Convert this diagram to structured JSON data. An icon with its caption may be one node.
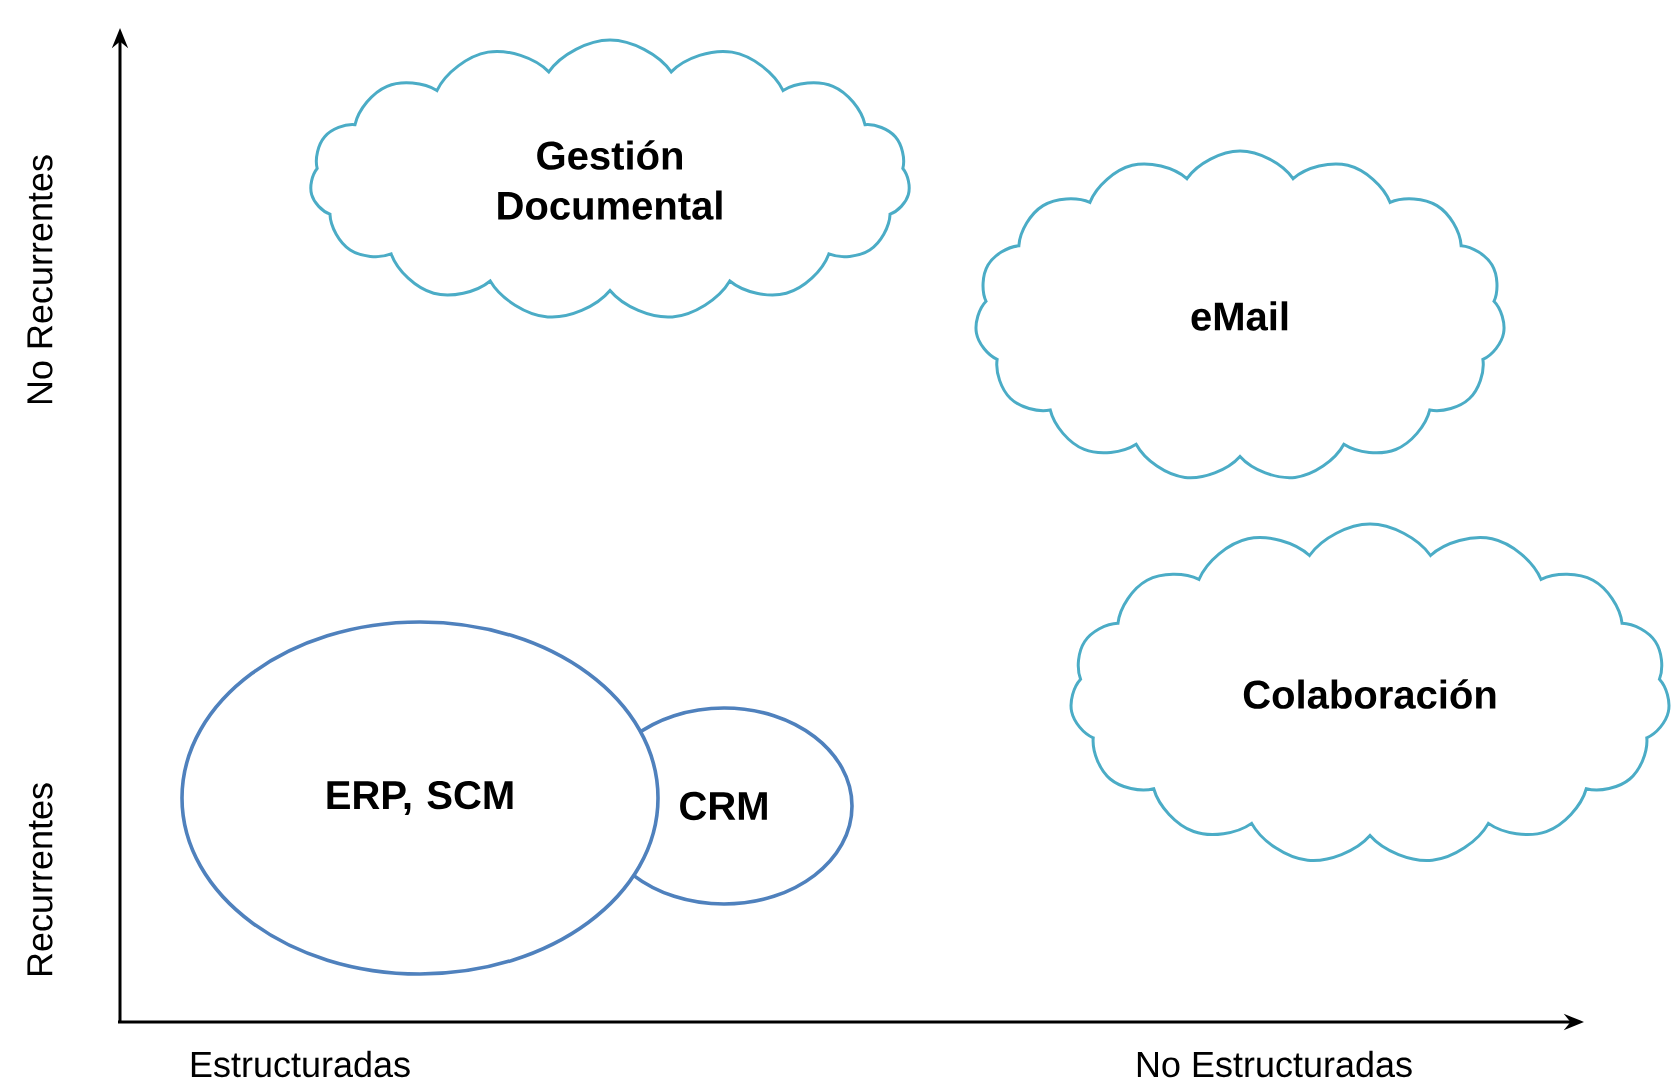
{
  "diagram": {
    "nodes": [
      {
        "text": [
          "Gestión Documental"
        ]
      },
      {
        "text": [
          "eMail"
        ]
      },
      {
        "text": [
          "Colaboración"
        ]
      },
      {
        "text": [
          "ERP, SCM"
        ]
      },
      {
        "text": [
          "CRM"
        ]
      }
    ],
    "edges": [],
    "labels": [
      "No Recurrentes",
      "Recurrentes",
      "Estructuradas",
      "No Estructuradas"
    ]
  }
}
